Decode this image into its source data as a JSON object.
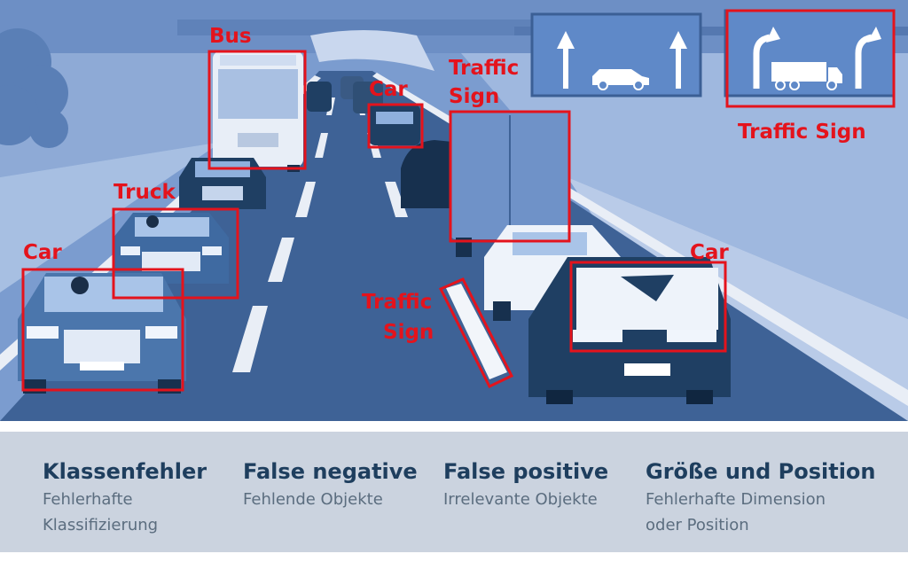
{
  "labels": {
    "bus": "Bus",
    "truck": "Truck",
    "car_left": "Car",
    "car_center": "Car",
    "car_right": "Car",
    "traffic_sign_truck": "Traffic Sign",
    "traffic_sign_road_line1": "Traffic",
    "traffic_sign_road_line2": "Sign",
    "traffic_sign_sign_line1": "Traffic",
    "traffic_sign_sign_line2": "Sign"
  },
  "legend": [
    {
      "title": "Klassenfehler",
      "desc": "Fehlerhafte\nKlassifizierung"
    },
    {
      "title": "False negative",
      "desc": "Fehlende Objekte"
    },
    {
      "title": "False positive",
      "desc": "Irrelevante Objekte"
    },
    {
      "title": "Größe und Position",
      "desc": "Fehlerhafte Dimension\noder Position"
    }
  ],
  "colors": {
    "annotation": "#e4131c",
    "sky": "#6e92c8",
    "road": "#3f6394",
    "vehicle_dark": "#1f3f63",
    "legend_bg": "#cbd3df",
    "legend_title": "#1e3e5e"
  },
  "icons": {
    "sign_left": [
      "arrow-up-icon",
      "car-icon",
      "arrow-up-icon"
    ],
    "sign_right": [
      "arrow-curve-icon",
      "truck-icon",
      "arrow-curve-icon"
    ]
  }
}
